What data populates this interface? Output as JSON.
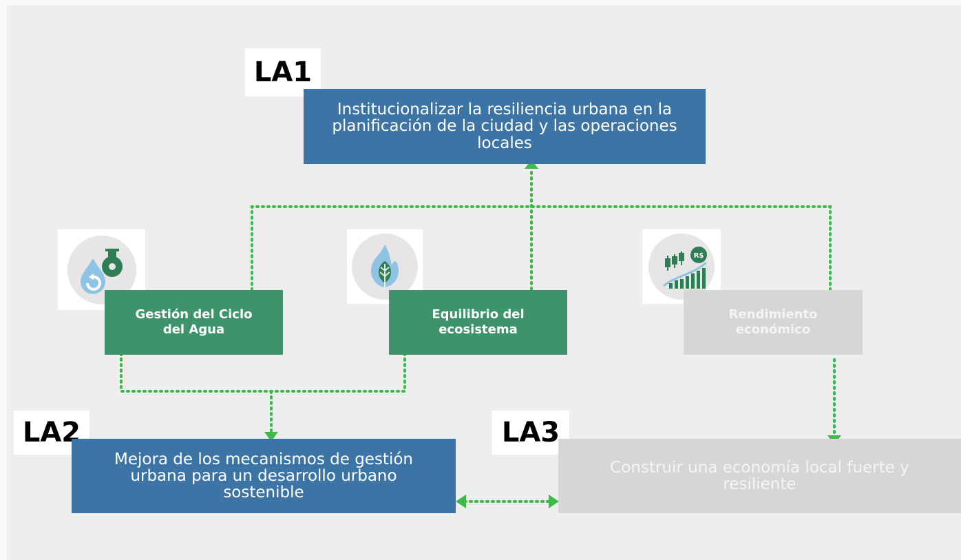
{
  "la1": {
    "tag": "LA1",
    "text": "Institucionalizar la resiliencia urbana en la\nplanificación de la ciudad y las operaciones\nlocales"
  },
  "la2": {
    "tag": "LA2",
    "text": "Mejora de los mecanismos de gestión\nurbana para un desarrollo urbano\nsostenible"
  },
  "la3": {
    "tag": "LA3",
    "text": "Construir una economía local fuerte y\nresiliente"
  },
  "themes": {
    "water": "Gestión del Ciclo\ndel Agua",
    "ecosystem": "Equilibrio del\necosistema",
    "economy": "Rendimiento\neconómico"
  },
  "icons": {
    "water": "water-drop-icon",
    "ecosystem": "leaf-flame-icon",
    "economy": "economic-chart-icon",
    "currency_label": "R$"
  },
  "colors": {
    "blue": "#3c74a5",
    "green": "#3f936a",
    "grey": "#d5d6d5",
    "connector": "#3dbb4a",
    "background": "#edeeed"
  }
}
